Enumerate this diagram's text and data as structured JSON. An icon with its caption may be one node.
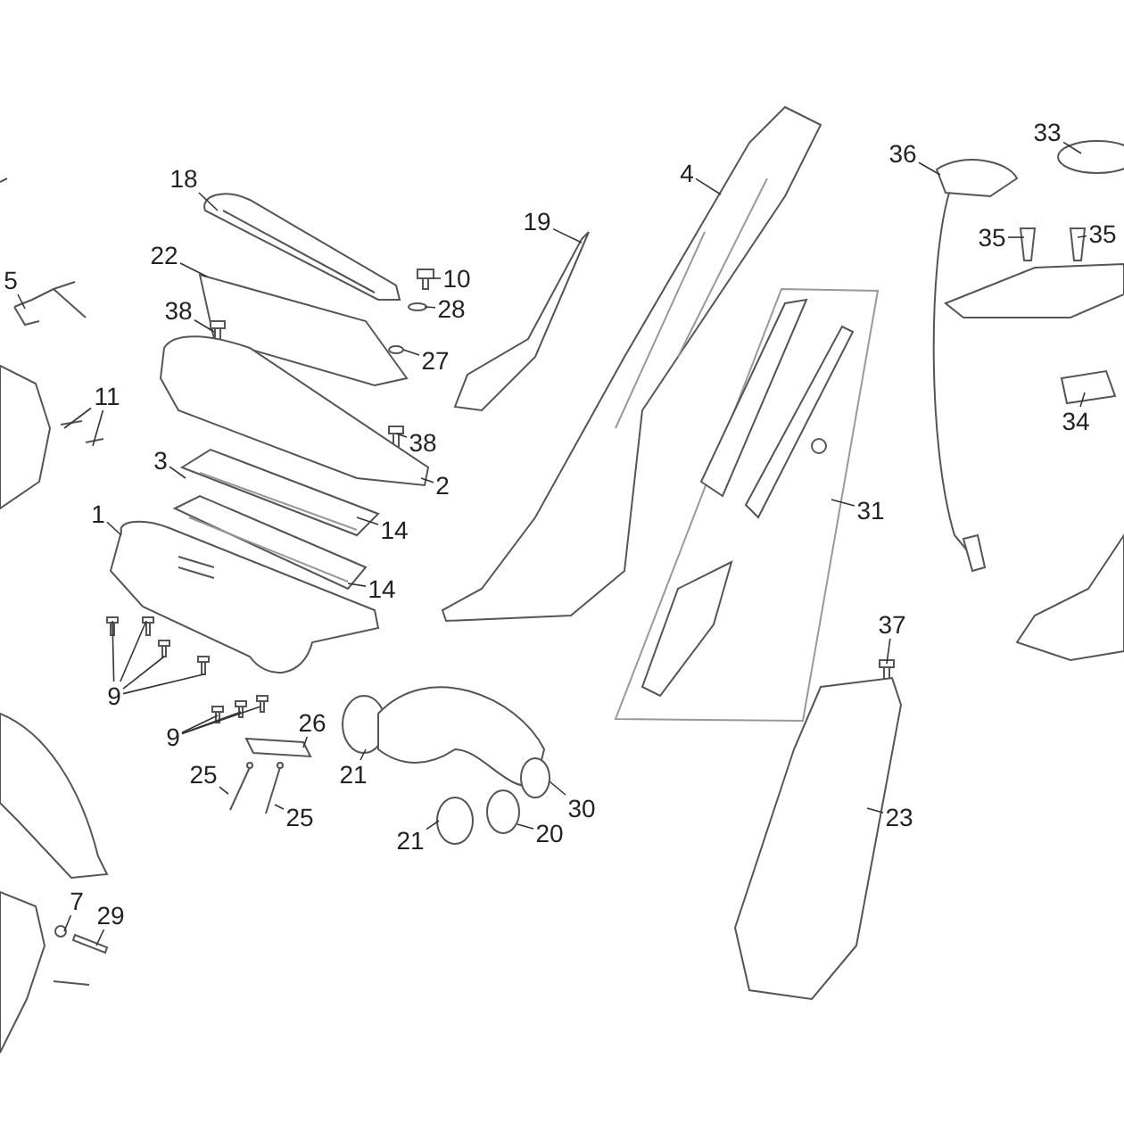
{
  "diagram": {
    "nodes": [
      {
        "text": [
          "18"
        ]
      },
      {
        "text": [
          "22"
        ]
      },
      {
        "text": [
          "5"
        ]
      },
      {
        "text": [
          "10"
        ]
      },
      {
        "text": [
          "28"
        ]
      },
      {
        "text": [
          "38"
        ]
      },
      {
        "text": [
          "27"
        ]
      },
      {
        "text": [
          "11"
        ]
      },
      {
        "text": [
          "38"
        ]
      },
      {
        "text": [
          "3"
        ]
      },
      {
        "text": [
          "2"
        ]
      },
      {
        "text": [
          "14"
        ]
      },
      {
        "text": [
          "1"
        ]
      },
      {
        "text": [
          "14"
        ]
      },
      {
        "text": [
          "9"
        ]
      },
      {
        "text": [
          "9"
        ]
      },
      {
        "text": [
          "26"
        ]
      },
      {
        "text": [
          "25"
        ]
      },
      {
        "text": [
          "25"
        ]
      },
      {
        "text": [
          "21"
        ]
      },
      {
        "text": [
          "21"
        ]
      },
      {
        "text": [
          "30"
        ]
      },
      {
        "text": [
          "20"
        ]
      },
      {
        "text": [
          "7"
        ]
      },
      {
        "text": [
          "29"
        ]
      },
      {
        "text": [
          "19"
        ]
      },
      {
        "text": [
          "4"
        ]
      },
      {
        "text": [
          "31"
        ]
      },
      {
        "text": [
          "37"
        ]
      },
      {
        "text": [
          "23"
        ]
      },
      {
        "text": [
          "36"
        ]
      },
      {
        "text": [
          "33"
        ]
      },
      {
        "text": [
          "35"
        ]
      },
      {
        "text": [
          "35"
        ]
      },
      {
        "text": [
          "34"
        ]
      }
    ],
    "edges": [
      {
        "from": 0,
        "to": null,
        "arrow": "none"
      },
      {
        "from": 1,
        "to": null,
        "arrow": "none"
      },
      {
        "from": 2,
        "to": null,
        "arrow": "none"
      },
      {
        "from": 3,
        "to": null,
        "arrow": "none"
      },
      {
        "from": 4,
        "to": null,
        "arrow": "none"
      },
      {
        "from": 5,
        "to": null,
        "arrow": "none"
      },
      {
        "from": 6,
        "to": null,
        "arrow": "none"
      },
      {
        "from": 7,
        "to": null,
        "arrow": "none"
      },
      {
        "from": 7,
        "to": null,
        "arrow": "none"
      },
      {
        "from": 8,
        "to": null,
        "arrow": "none"
      },
      {
        "from": 9,
        "to": null,
        "arrow": "none"
      },
      {
        "from": 10,
        "to": null,
        "arrow": "none"
      },
      {
        "from": 11,
        "to": null,
        "arrow": "none"
      },
      {
        "from": 12,
        "to": null,
        "arrow": "none"
      },
      {
        "from": 13,
        "to": null,
        "arrow": "none"
      },
      {
        "from": 14,
        "to": null,
        "arrow": "none"
      },
      {
        "from": 14,
        "to": null,
        "arrow": "none"
      },
      {
        "from": 14,
        "to": null,
        "arrow": "none"
      },
      {
        "from": 14,
        "to": null,
        "arrow": "none"
      },
      {
        "from": 15,
        "to": null,
        "arrow": "none"
      },
      {
        "from": 15,
        "to": null,
        "arrow": "none"
      },
      {
        "from": 15,
        "to": null,
        "arrow": "none"
      },
      {
        "from": 16,
        "to": null,
        "arrow": "none"
      },
      {
        "from": 17,
        "to": null,
        "arrow": "none"
      },
      {
        "from": 18,
        "to": null,
        "arrow": "none"
      },
      {
        "from": 19,
        "to": null,
        "arrow": "none"
      },
      {
        "from": 20,
        "to": null,
        "arrow": "none"
      },
      {
        "from": 21,
        "to": null,
        "arrow": "none"
      },
      {
        "from": 22,
        "to": null,
        "arrow": "none"
      },
      {
        "from": 23,
        "to": null,
        "arrow": "none"
      },
      {
        "from": 24,
        "to": null,
        "arrow": "none"
      },
      {
        "from": 25,
        "to": null,
        "arrow": "none"
      },
      {
        "from": 26,
        "to": null,
        "arrow": "none"
      },
      {
        "from": 27,
        "to": null,
        "arrow": "none"
      },
      {
        "from": 28,
        "to": null,
        "arrow": "none"
      },
      {
        "from": 29,
        "to": null,
        "arrow": "none"
      },
      {
        "from": 30,
        "to": null,
        "arrow": "none"
      },
      {
        "from": 31,
        "to": null,
        "arrow": "none"
      },
      {
        "from": 32,
        "to": null,
        "arrow": "none"
      },
      {
        "from": 33,
        "to": null,
        "arrow": "none"
      },
      {
        "from": 34,
        "to": null,
        "arrow": "none"
      }
    ]
  }
}
